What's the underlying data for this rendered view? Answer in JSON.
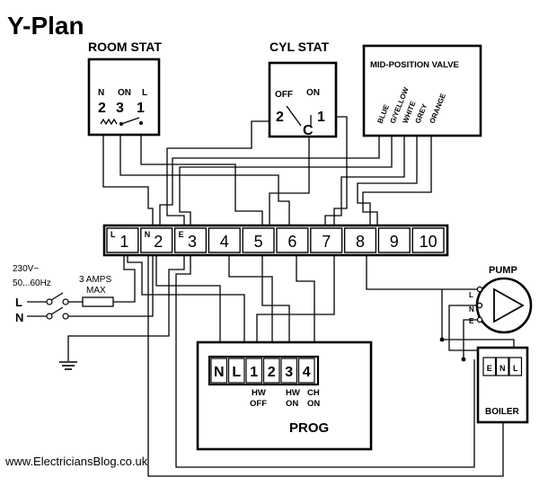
{
  "title": "Y-Plan",
  "room_stat": {
    "heading": "ROOM STAT",
    "terminal_labels": [
      "N",
      "ON",
      "L"
    ],
    "terminal_numbers": [
      "2",
      "3",
      "1"
    ]
  },
  "cyl_stat": {
    "heading": "CYL STAT",
    "off_label": "OFF",
    "on_label": "ON",
    "terminal_numbers": [
      "2",
      "C",
      "1"
    ]
  },
  "valve": {
    "heading": "MID-POSITION VALVE",
    "wires": [
      "BLUE",
      "G/YELLOW",
      "WHITE",
      "GREY",
      "ORANGE"
    ]
  },
  "terminal_strip": {
    "terminals": [
      {
        "number": "1",
        "prefix": "L"
      },
      {
        "number": "2",
        "prefix": "N"
      },
      {
        "number": "3",
        "prefix": "E"
      },
      {
        "number": "4",
        "prefix": ""
      },
      {
        "number": "5",
        "prefix": ""
      },
      {
        "number": "6",
        "prefix": ""
      },
      {
        "number": "7",
        "prefix": ""
      },
      {
        "number": "8",
        "prefix": ""
      },
      {
        "number": "9",
        "prefix": ""
      },
      {
        "number": "10",
        "prefix": ""
      }
    ]
  },
  "supply": {
    "voltage": "230V~",
    "frequency": "50...60Hz",
    "fuse_rating": "3 AMPS",
    "fuse_max": "MAX",
    "live": "L",
    "neutral": "N"
  },
  "pump": {
    "heading": "PUMP",
    "terminals": [
      "L",
      "N",
      "E"
    ]
  },
  "prog": {
    "heading": "PROG",
    "terminals": [
      "N",
      "L",
      "1",
      "2",
      "3",
      "4"
    ],
    "captions": [
      {
        "top": "HW",
        "bottom": "OFF"
      },
      {
        "top": "HW",
        "bottom": "ON"
      },
      {
        "top": "CH",
        "bottom": "ON"
      }
    ]
  },
  "boiler": {
    "heading": "BOILER",
    "terminals": [
      "E",
      "N",
      "L"
    ]
  },
  "watermark": "www.ElectriciansBlog.co.uk"
}
